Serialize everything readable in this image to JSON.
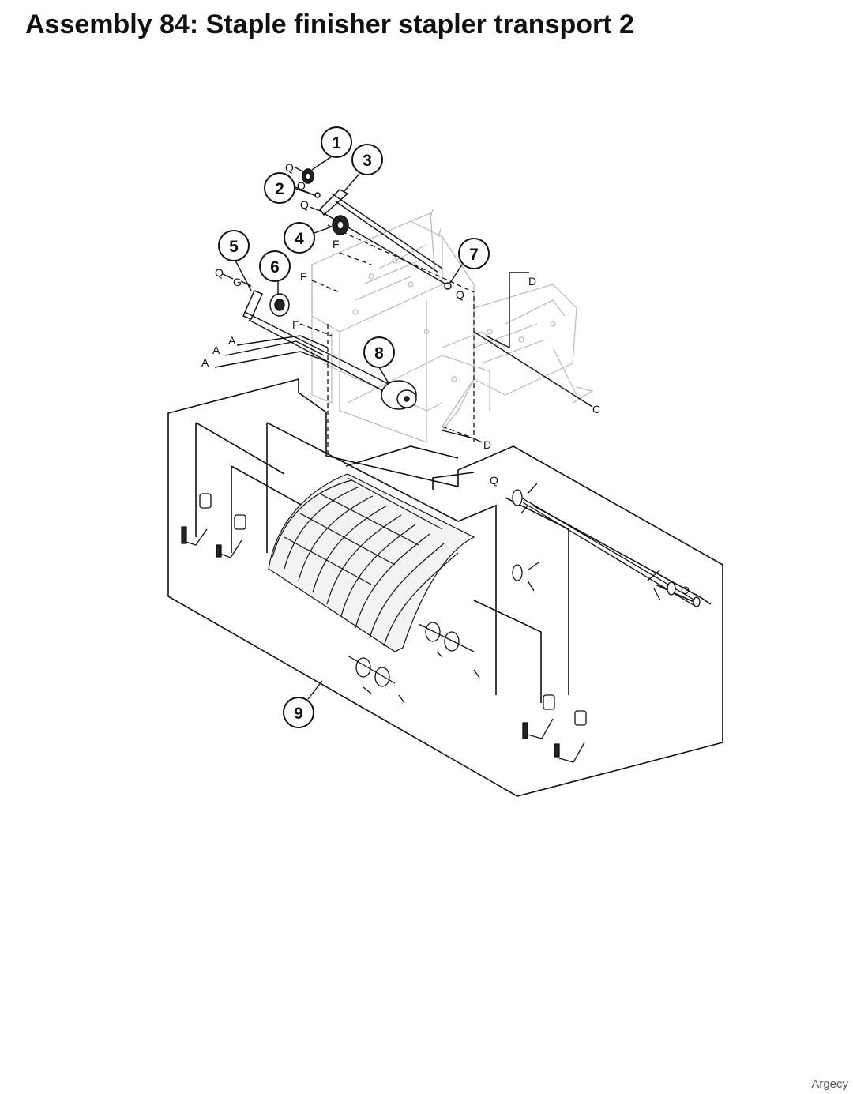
{
  "title": "Assembly 84: Staple finisher stapler transport 2",
  "footer": "Argecy",
  "callouts": [
    "1",
    "2",
    "3",
    "4",
    "5",
    "6",
    "7",
    "8",
    "9"
  ],
  "letters": {
    "q": "Q",
    "g": "G",
    "f": "F",
    "d": "D",
    "c": "C",
    "a": "A"
  }
}
